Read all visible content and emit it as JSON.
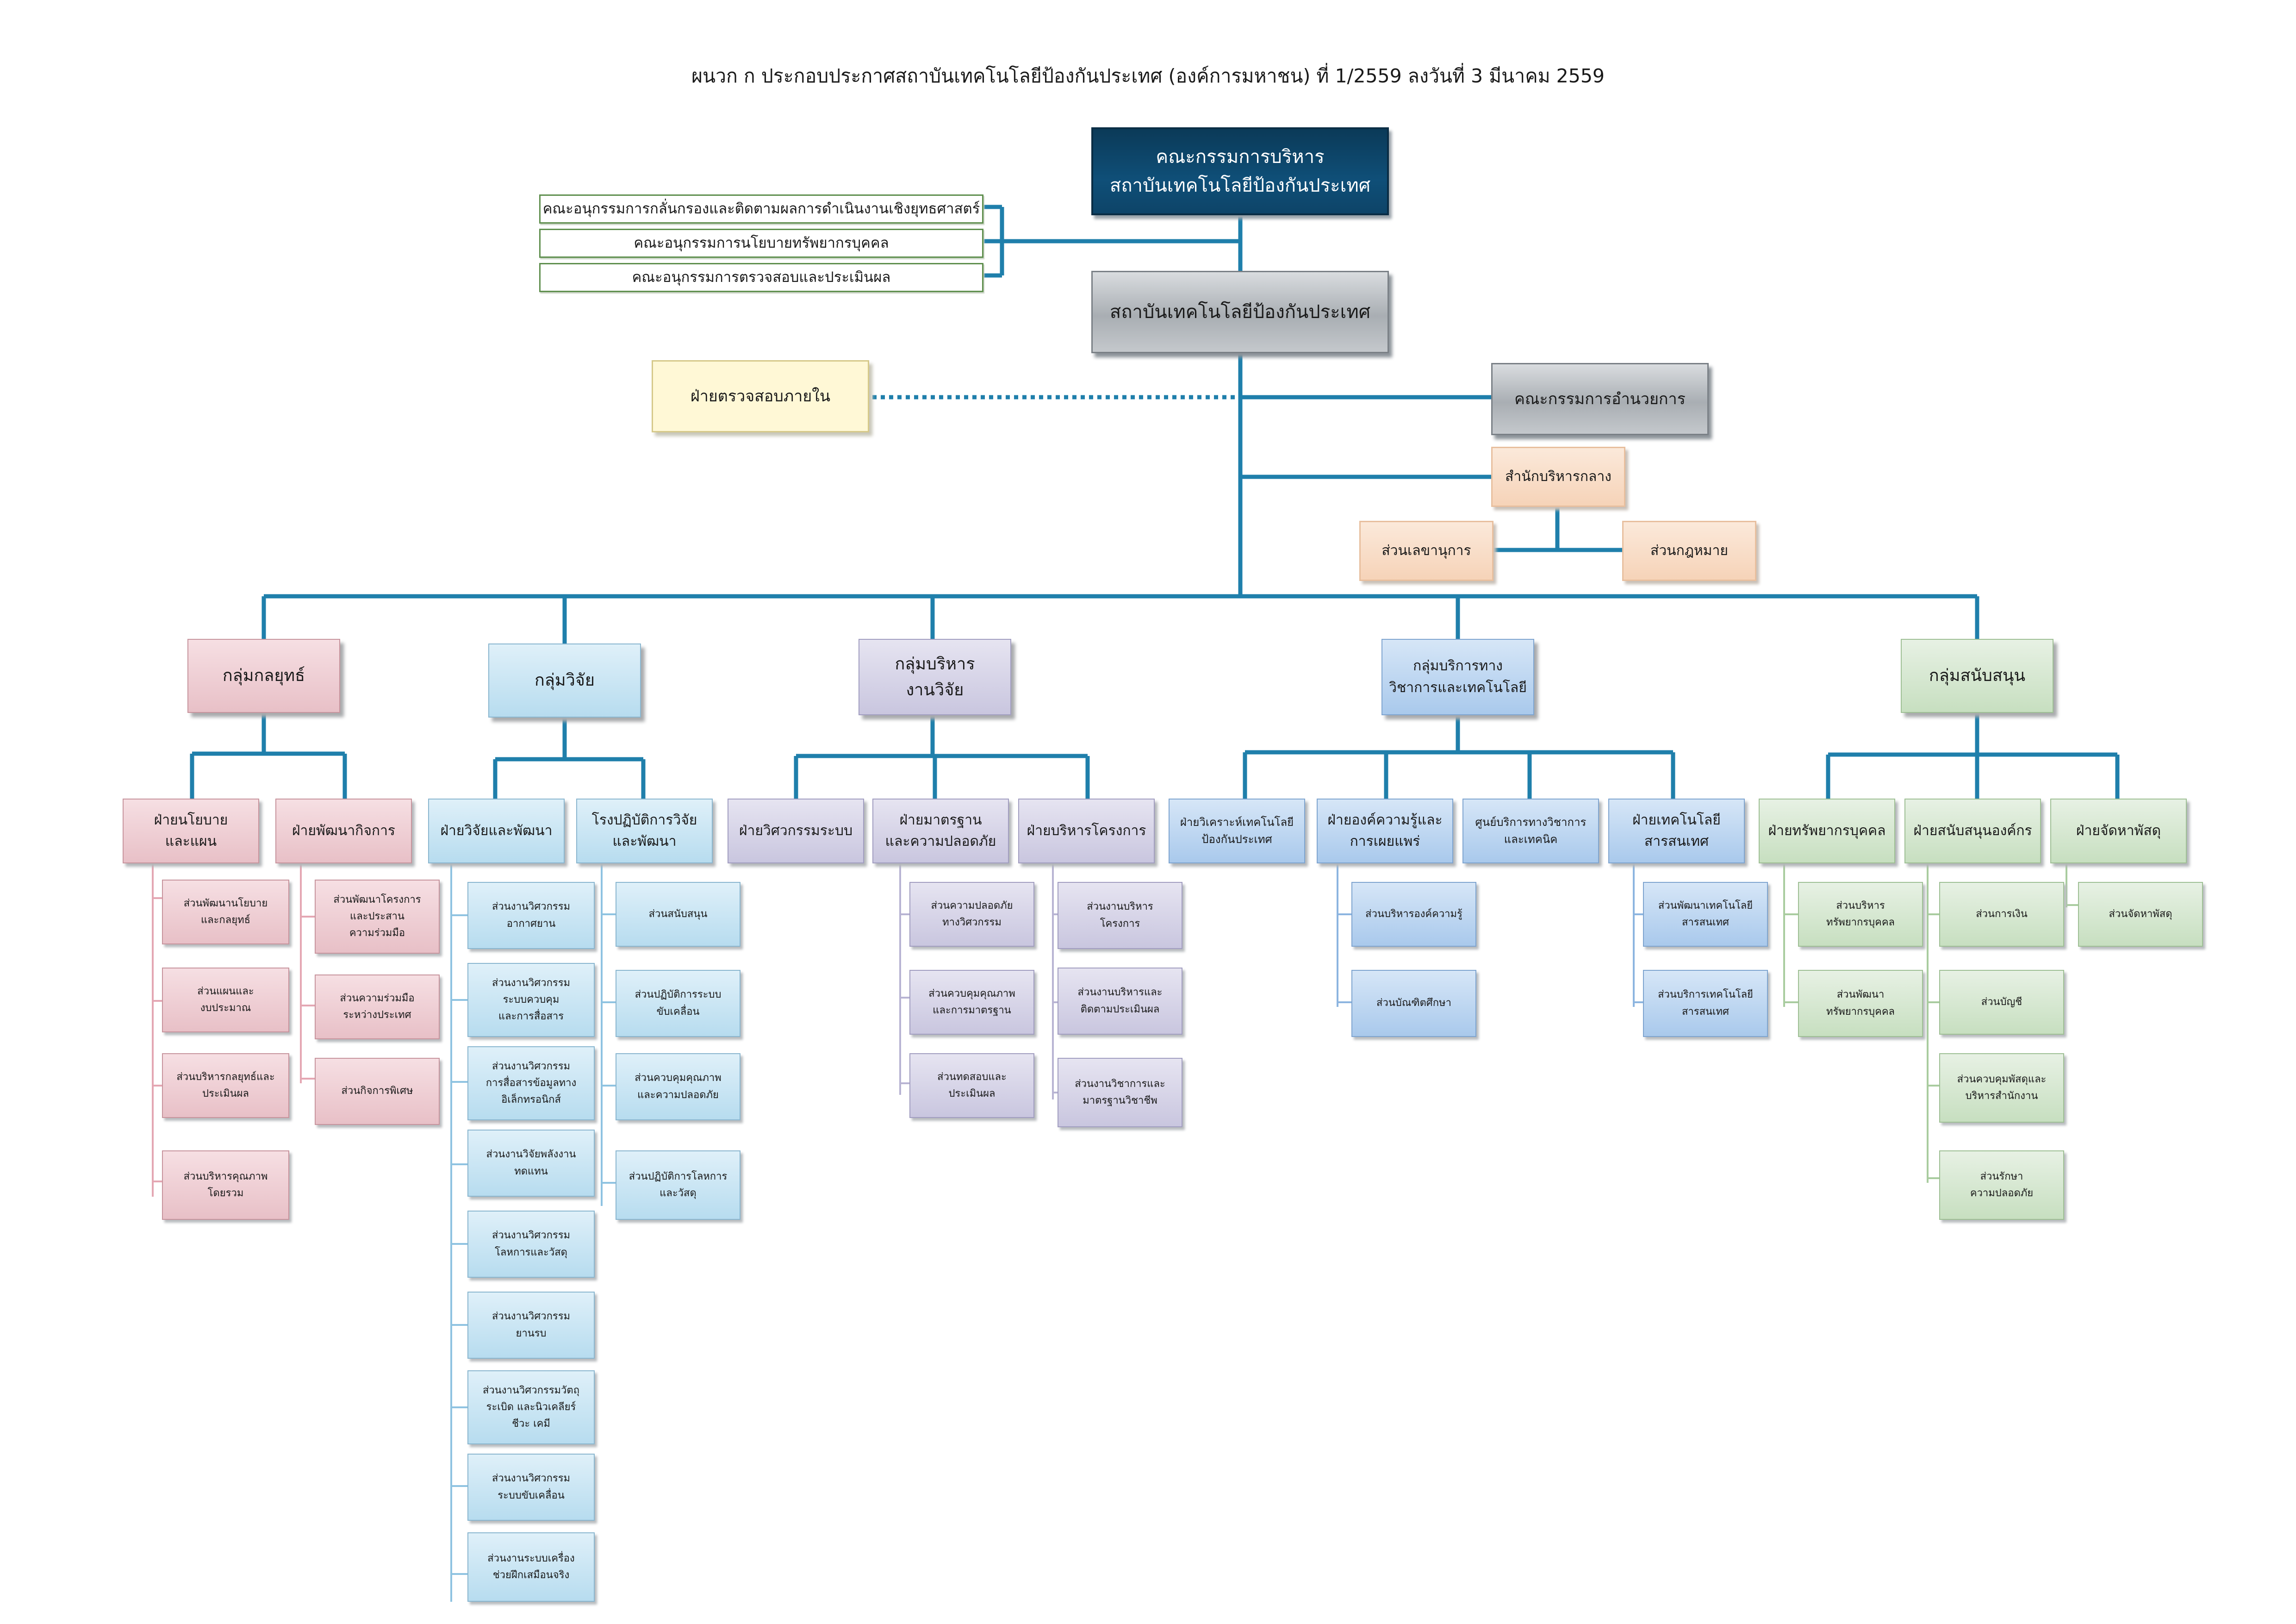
{
  "title": "ผนวก ก ประกอบประกาศสถาบันเทคโนโลยีป้องกันประเทศ (องค์การมหาชน) ที่ 1/2559  ลงวันที่ 3 มีนาคม 2559",
  "board": "คณะกรรมการบริหาร\nสถาบันเทคโนโลยีป้องกันประเทศ",
  "subcommittees": [
    "คณะอนุกรรมการกลั่นกรองและติดตามผลการดำเนินงานเชิงยุทธศาสตร์",
    "คณะอนุกรรมการนโยบายทรัพยากรบุคคล",
    "คณะอนุกรรมการตรวจสอบและประเมินผล"
  ],
  "institute": "สถาบันเทคโนโลยีป้องกันประเทศ",
  "internal_audit": "ฝ่ายตรวจสอบภายใน",
  "directing_committee": "คณะกรรมการอำนวยการ",
  "central_office": "สำนักบริหารกลาง",
  "secretariat": "ส่วนเลขานุการ",
  "legal": "ส่วนกฎหมาย",
  "groups": [
    {
      "label": "กลุ่มกลยุทธ์"
    },
    {
      "label": "กลุ่มวิจัย"
    },
    {
      "label": "กลุ่มบริหาร\nงานวิจัย"
    },
    {
      "label": "กลุ่มบริการทาง\nวิชาการและเทคโนโลยี"
    },
    {
      "label": "กลุ่มสนับสนุน"
    }
  ],
  "divisions": [
    {
      "label": "ฝ่ายนโยบาย\nและแผน",
      "sections": [
        "ส่วนพัฒนานโยบาย\nและกลยุทธ์",
        "ส่วนแผนและ\nงบประมาณ",
        "ส่วนบริหารกลยุทธ์และ\nประเมินผล",
        "ส่วนบริหารคุณภาพ\nโดยรวม"
      ]
    },
    {
      "label": "ฝ่ายพัฒนากิจการ",
      "sections": [
        "ส่วนพัฒนาโครงการ\nและประสาน\nความร่วมมือ",
        "ส่วนความร่วมมือ\nระหว่างประเทศ",
        "ส่วนกิจการพิเศษ"
      ]
    },
    {
      "label": "ฝ่ายวิจัยและพัฒนา",
      "sections": [
        "ส่วนงานวิศวกรรม\nอากาศยาน",
        "ส่วนงานวิศวกรรม\nระบบควบคุม\nและการสื่อสาร",
        "ส่วนงานวิศวกรรม\nการสื่อสารข้อมูลทาง\nอิเล็กทรอนิกส์",
        "ส่วนงานวิจัยพลังงาน\nทดแทน",
        "ส่วนงานวิศวกรรม\nโลหการและวัสดุ",
        "ส่วนงานวิศวกรรม\nยานรบ",
        "ส่วนงานวิศวกรรมวัตถุ\nระเบิด และนิวเคลียร์\nชีวะ เคมี",
        "ส่วนงานวิศวกรรม\nระบบขับเคลื่อน",
        "ส่วนงานระบบเครื่อง\nช่วยฝึกเสมือนจริง"
      ]
    },
    {
      "label": "โรงปฏิบัติการวิจัย\nและพัฒนา",
      "sections": [
        "ส่วนสนับสนุน",
        "ส่วนปฏิบัติการระบบ\nขับเคลื่อน",
        "ส่วนควบคุมคุณภาพ\nและความปลอดภัย",
        "ส่วนปฏิบัติการโลหการ\nและวัสดุ"
      ]
    },
    {
      "label": "ฝ่ายวิศวกรรมระบบ",
      "sections": []
    },
    {
      "label": "ฝ่ายมาตรฐาน\nและความปลอดภัย",
      "sections": [
        "ส่วนความปลอดภัย\nทางวิศวกรรม",
        "ส่วนควบคุมคุณภาพ\nและการมาตรฐาน",
        "ส่วนทดสอบและ\nประเมินผล"
      ]
    },
    {
      "label": "ฝ่ายบริหารโครงการ",
      "sections": [
        "ส่วนงานบริหาร\nโครงการ",
        "ส่วนงานบริหารและ\nติดตามประเมินผล",
        "ส่วนงานวิชาการและ\nมาตรฐานวิชาชีพ"
      ]
    },
    {
      "label": "ฝ่ายวิเคราะห์เทคโนโลยี\nป้องกันประเทศ",
      "sections": []
    },
    {
      "label": "ฝ่ายองค์ความรู้และ\nการเผยแพร่",
      "sections": [
        "ส่วนบริหารองค์ความรู้",
        "ส่วนบัณฑิตศึกษา"
      ]
    },
    {
      "label": "ศูนย์บริการทางวิชาการ\nและเทคนิค",
      "sections": []
    },
    {
      "label": "ฝ่ายเทคโนโลยี\nสารสนเทศ",
      "sections": [
        "ส่วนพัฒนาเทคโนโลยี\nสารสนเทศ",
        "ส่วนบริการเทคโนโลยี\nสารสนเทศ"
      ]
    },
    {
      "label": "ฝ่ายทรัพยากรบุคคล",
      "sections": [
        "ส่วนบริหาร\nทรัพยากรบุคคล",
        "ส่วนพัฒนา\nทรัพยากรบุคคล"
      ]
    },
    {
      "label": "ฝ่ายสนับสนุนองค์กร",
      "sections": [
        "ส่วนการเงิน",
        "ส่วนบัญชี",
        "ส่วนควบคุมพัสดุและ\nบริหารสำนักงาน",
        "ส่วนรักษา\nความปลอดภัย"
      ]
    },
    {
      "label": "ฝ่ายจัดหาพัสดุ",
      "sections": [
        "ส่วนจัดหาพัสดุ"
      ]
    }
  ],
  "colors": {
    "line": "#1f7fab",
    "pink_line": "#e4a7b3",
    "blue_line": "#8fc3e1",
    "lav_line": "#b8b4d3",
    "sky_line": "#8db5e0",
    "green_line": "#a9cc9f"
  }
}
